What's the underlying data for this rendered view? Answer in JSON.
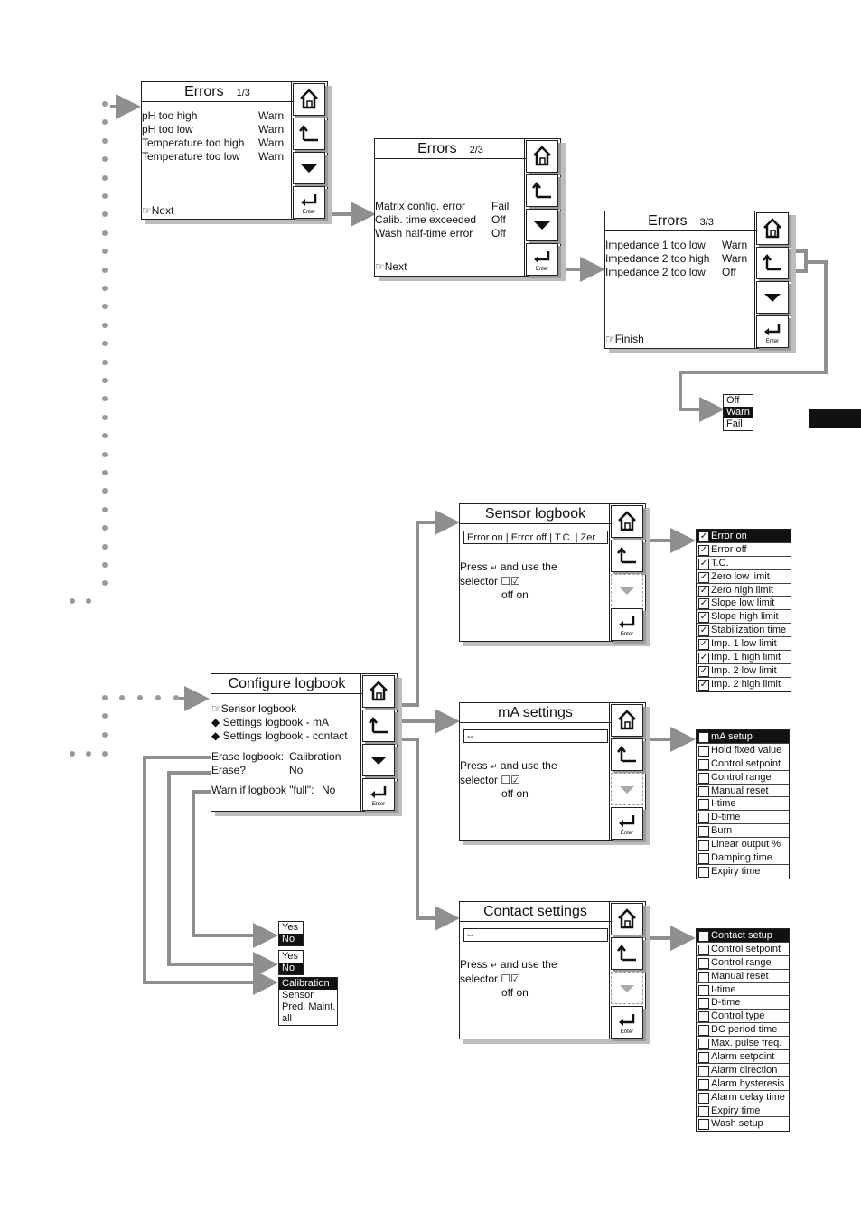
{
  "errors_screen_1": {
    "title": "Errors",
    "page": "1/3",
    "rows": [
      {
        "label": "pH too high",
        "value": "Warn"
      },
      {
        "label": "pH too low",
        "value": "Warn"
      },
      {
        "label": "Temperature too high",
        "value": "Warn"
      },
      {
        "label": "Temperature too low",
        "value": "Warn"
      }
    ],
    "footer": "Next"
  },
  "errors_screen_2": {
    "title": "Errors",
    "page": "2/3",
    "rows": [
      {
        "label": "Matrix config. error",
        "value": "Fail"
      },
      {
        "label": "Calib. time exceeded",
        "value": "Off"
      },
      {
        "label": "Wash half-time error",
        "value": "Off"
      }
    ],
    "footer": "Next"
  },
  "errors_screen_3": {
    "title": "Errors",
    "page": "3/3",
    "rows": [
      {
        "label": "Impedance 1 too low",
        "value": "Warn"
      },
      {
        "label": "Impedance 2 too high",
        "value": "Warn"
      },
      {
        "label": "Impedance 2 too low",
        "value": "Off"
      }
    ],
    "footer": "Finish"
  },
  "error_value_menu": {
    "items": [
      "Off",
      "Warn",
      "Fail"
    ],
    "selected": "Warn"
  },
  "buttons": {
    "enter_label": "Enter"
  },
  "configure_logbook": {
    "title": "Configure logbook",
    "items": [
      "Sensor logbook",
      "Settings logbook - mA",
      "Settings logbook - contact"
    ],
    "erase_logbook_label": "Erase logbook:",
    "erase_logbook_value": "Calibration",
    "erase_label": "Erase?",
    "erase_value": "No",
    "warn_label": "Warn if logbook \"full\":",
    "warn_value": "No"
  },
  "sensor_logbook": {
    "title": "Sensor logbook",
    "field": "Error on | Error off | T.C. | Zer",
    "press": "Press",
    "use": "and use the",
    "selector": "selector",
    "off": "off",
    "on": "on"
  },
  "ma_settings": {
    "title": "mA settings",
    "field": "--",
    "press": "Press",
    "use": "and use the",
    "selector": "selector",
    "off": "off",
    "on": "on"
  },
  "contact_settings": {
    "title": "Contact settings",
    "field": "--",
    "press": "Press",
    "use": "and use the",
    "selector": "selector",
    "off": "off",
    "on": "on"
  },
  "sensor_checklist": {
    "items": [
      "Error on",
      "Error off",
      "T.C.",
      "Zero low limit",
      "Zero high limit",
      "Slope low limit",
      "Slope high limit",
      "Stabilization time",
      "Imp. 1 low limit",
      "Imp. 1 high limit",
      "Imp. 2 low limit",
      "Imp. 2 high limit"
    ],
    "checked": true
  },
  "ma_checklist": {
    "items": [
      "mA setup",
      "Hold fixed value",
      "Control setpoint",
      "Control range",
      "Manual reset",
      "I-time",
      "D-time",
      "Burn",
      "Linear output %",
      "Damping time",
      "Expiry time"
    ],
    "checked": false
  },
  "contact_checklist": {
    "items": [
      "Contact setup",
      "Control setpoint",
      "Control range",
      "Manual reset",
      "I-time",
      "D-time",
      "Control type",
      "DC period time",
      "Max. pulse freq.",
      "Alarm setpoint",
      "Alarm direction",
      "Alarm hysteresis",
      "Alarm delay time",
      "Expiry time",
      "Wash setup"
    ],
    "checked": false
  },
  "warn_full_menu": {
    "items": [
      "Yes",
      "No"
    ],
    "selected": "No"
  },
  "erase_menu": {
    "items": [
      "Yes",
      "No"
    ],
    "selected": "No"
  },
  "erase_logbook_menu": {
    "items": [
      "Calibration",
      "Sensor",
      "Pred. Maint.",
      "all"
    ],
    "selected": "Calibration"
  },
  "colors": {
    "arrow": "#8f8f8f",
    "dots": "#9a9a9a",
    "selected_bg": "#111111"
  }
}
